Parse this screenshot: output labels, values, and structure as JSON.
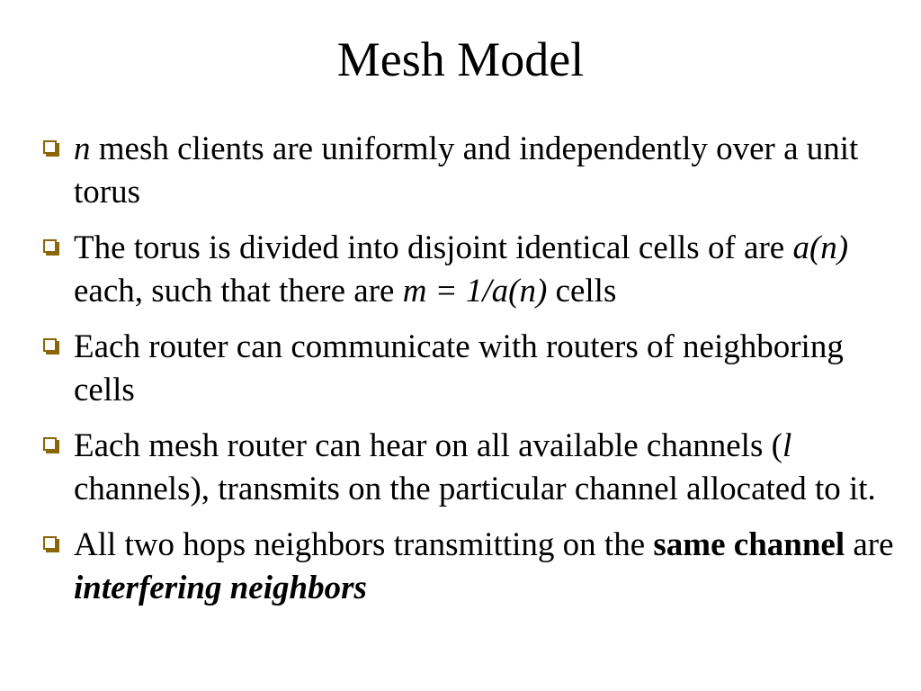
{
  "slide": {
    "title": "Mesh Model",
    "bullet_icon": "hollow-square-bullet-icon",
    "accent_color": "#8b6508",
    "bullets": [
      {
        "parts": [
          {
            "text": "n",
            "style": "italic"
          },
          {
            "text": " mesh clients are uniformly and independently over a unit torus",
            "style": "normal"
          }
        ]
      },
      {
        "parts": [
          {
            "text": "The torus is divided into disjoint identical cells of are ",
            "style": "normal"
          },
          {
            "text": "a(n)",
            "style": "italic"
          },
          {
            "text": " each, such that there are ",
            "style": "normal"
          },
          {
            "text": "m = 1/a(n)",
            "style": "italic"
          },
          {
            "text": " cells",
            "style": "normal"
          }
        ]
      },
      {
        "parts": [
          {
            "text": "Each router can communicate with routers of neighboring cells",
            "style": "normal"
          }
        ]
      },
      {
        "parts": [
          {
            "text": "Each mesh router can hear on all available channels (",
            "style": "normal"
          },
          {
            "text": "l",
            "style": "italic"
          },
          {
            "text": " channels), transmits on the particular channel allocated to it.",
            "style": "normal"
          }
        ]
      },
      {
        "parts": [
          {
            "text": "All two hops neighbors transmitting on the ",
            "style": "normal"
          },
          {
            "text": "same channel",
            "style": "bold"
          },
          {
            "text": " are ",
            "style": "normal"
          },
          {
            "text": "interfering neighbors",
            "style": "bold-italic"
          }
        ]
      }
    ]
  }
}
